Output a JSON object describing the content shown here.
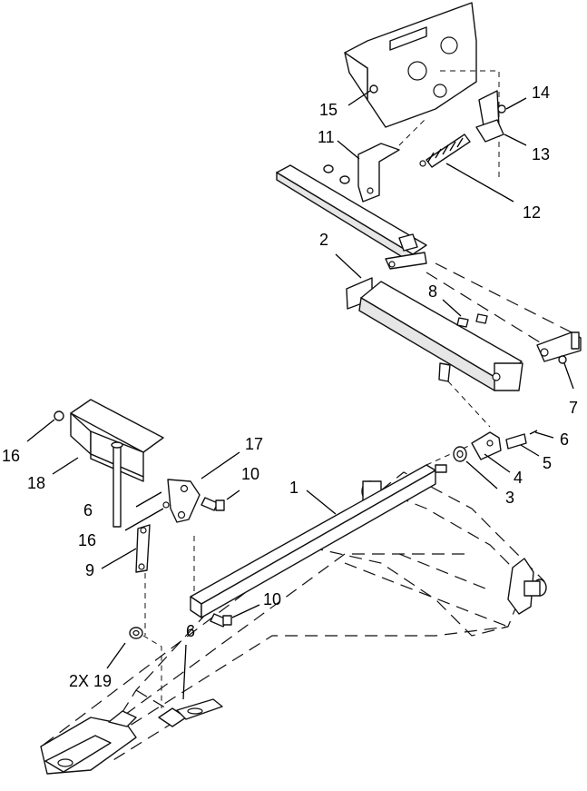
{
  "callouts": [
    {
      "id": "c-1",
      "text": "1"
    },
    {
      "id": "c-2",
      "text": "2"
    },
    {
      "id": "c-3",
      "text": "3"
    },
    {
      "id": "c-4",
      "text": "4"
    },
    {
      "id": "c-5",
      "text": "5"
    },
    {
      "id": "c-6a",
      "text": "6"
    },
    {
      "id": "c-6b",
      "text": "6"
    },
    {
      "id": "c-6c",
      "text": "6"
    },
    {
      "id": "c-7",
      "text": "7"
    },
    {
      "id": "c-8",
      "text": "8"
    },
    {
      "id": "c-9",
      "text": "9"
    },
    {
      "id": "c-10a",
      "text": "10"
    },
    {
      "id": "c-10b",
      "text": "10"
    },
    {
      "id": "c-11",
      "text": "11"
    },
    {
      "id": "c-12",
      "text": "12"
    },
    {
      "id": "c-13",
      "text": "13"
    },
    {
      "id": "c-14",
      "text": "14"
    },
    {
      "id": "c-15",
      "text": "15"
    },
    {
      "id": "c-16a",
      "text": "16"
    },
    {
      "id": "c-16b",
      "text": "16"
    },
    {
      "id": "c-17",
      "text": "17"
    },
    {
      "id": "c-18",
      "text": "18"
    },
    {
      "id": "c-19",
      "text": "2X 19"
    }
  ]
}
